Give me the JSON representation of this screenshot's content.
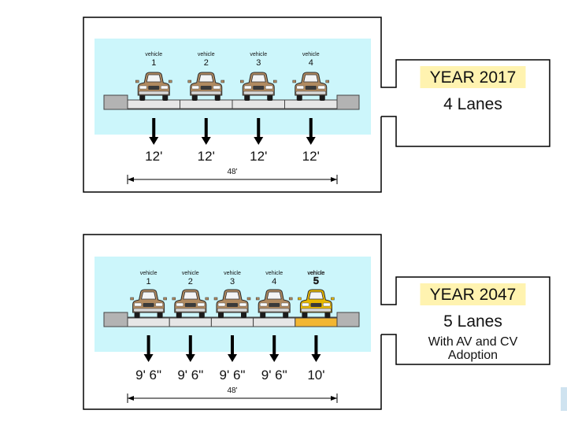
{
  "panels": [
    {
      "year_label": "YEAR 2017",
      "lanes_label": "4 Lanes",
      "extra_lines": [],
      "vehicles": [
        {
          "word": "vehicle",
          "num": "1",
          "highlight": false
        },
        {
          "word": "vehicle",
          "num": "2",
          "highlight": false
        },
        {
          "word": "vehicle",
          "num": "3",
          "highlight": false
        },
        {
          "word": "vehicle",
          "num": "4",
          "highlight": false
        }
      ],
      "lane_widths": [
        "12'",
        "12'",
        "12'",
        "12'"
      ],
      "total_width": "48'"
    },
    {
      "year_label": "YEAR 2047",
      "lanes_label": "5 Lanes",
      "extra_lines": [
        "With AV and CV",
        "Adoption"
      ],
      "vehicles": [
        {
          "word": "vehicle",
          "num": "1",
          "highlight": false
        },
        {
          "word": "vehicle",
          "num": "2",
          "highlight": false
        },
        {
          "word": "vehicle",
          "num": "3",
          "highlight": false
        },
        {
          "word": "vehicle",
          "num": "4",
          "highlight": false
        },
        {
          "word": "vehicle",
          "num": "5",
          "highlight": true
        }
      ],
      "lane_widths": [
        "9' 6\"",
        "9' 6\"",
        "9' 6\"",
        "9' 6\"",
        "10'"
      ],
      "total_width": "48'"
    }
  ],
  "colors": {
    "road_background": "#ccf6fb",
    "car_body": "#b08a60",
    "car_highlight": "#e8b800",
    "lane_highlight": "#f2b632",
    "label_highlight": "#fff3b0"
  }
}
